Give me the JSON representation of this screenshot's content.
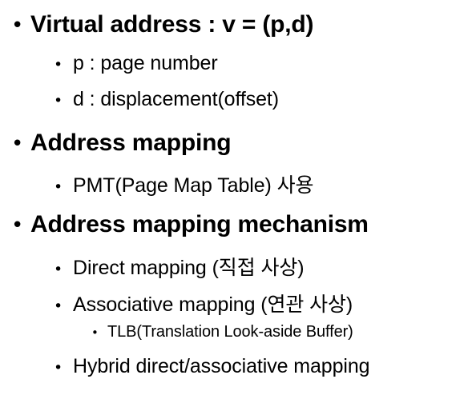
{
  "bullet_glyph": "•",
  "items": [
    {
      "level": 1,
      "text": "Virtual address : v = (p,d)"
    },
    {
      "level": 2,
      "text": "p : page number"
    },
    {
      "level": 2,
      "text": "d : displacement(offset)"
    },
    {
      "level": 1,
      "text": "Address mapping"
    },
    {
      "level": 2,
      "text": "PMT(Page Map Table) 사용"
    },
    {
      "level": 1,
      "text": "Address mapping mechanism"
    },
    {
      "level": 2,
      "text": "Direct mapping (직접 사상)"
    },
    {
      "level": 2,
      "text": "Associative mapping (연관 사상)"
    },
    {
      "level": 3,
      "text": "TLB(Translation Look-aside Buffer)"
    },
    {
      "level": 2,
      "text": "Hybrid direct/associative mapping"
    }
  ]
}
